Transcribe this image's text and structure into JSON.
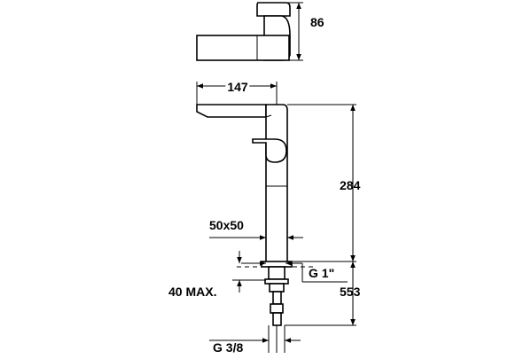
{
  "drawing": {
    "dimensions": {
      "top_view_depth": "86",
      "spout_reach": "147",
      "body_height": "284",
      "base_size": "50x50",
      "inlet_thread": "G 1\"",
      "counter_thickness": "40 MAX.",
      "total_height": "553",
      "hose_thread": "G 3/8"
    },
    "colors": {
      "line": "#000000",
      "background": "#ffffff"
    }
  }
}
